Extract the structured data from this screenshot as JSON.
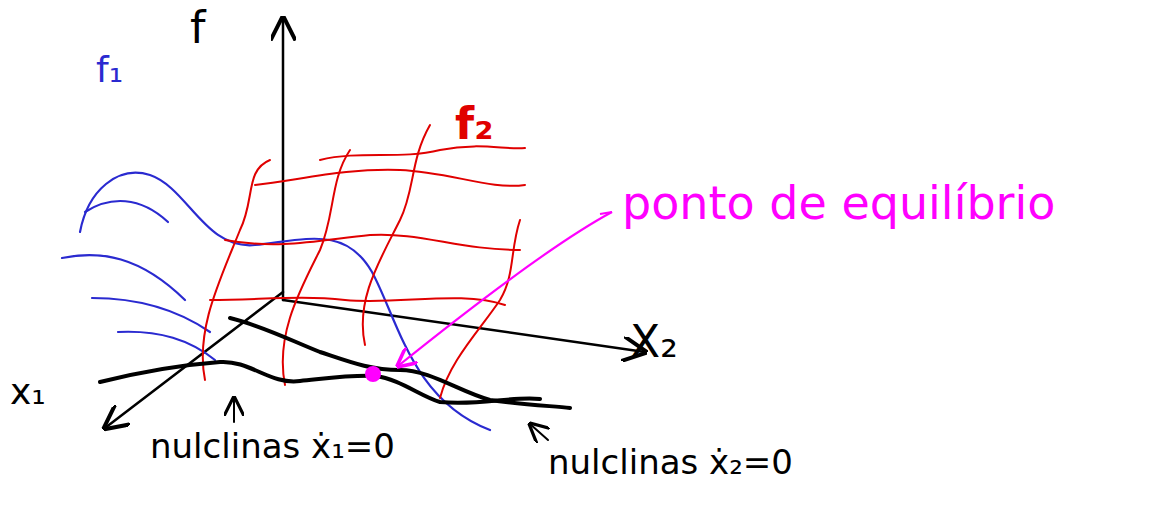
{
  "diagram": {
    "labels": [
      "f",
      "f₁",
      "f₂",
      "ponto de equilíbrio",
      "X₂",
      "x₁",
      "nulclinas ẋ₁=0",
      "nulclinas ẋ₂=0"
    ]
  }
}
